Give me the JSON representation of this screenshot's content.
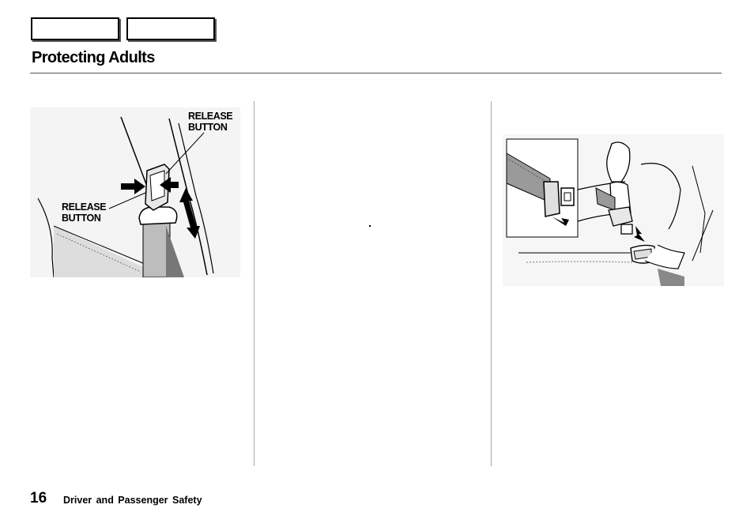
{
  "header": {
    "title": "Protecting Adults"
  },
  "figure1": {
    "label_top": [
      "RELEASE",
      "BUTTON"
    ],
    "label_left": [
      "RELEASE",
      "BUTTON"
    ]
  },
  "footer": {
    "page_number": "16",
    "section": "Driver and Passenger Safety"
  }
}
